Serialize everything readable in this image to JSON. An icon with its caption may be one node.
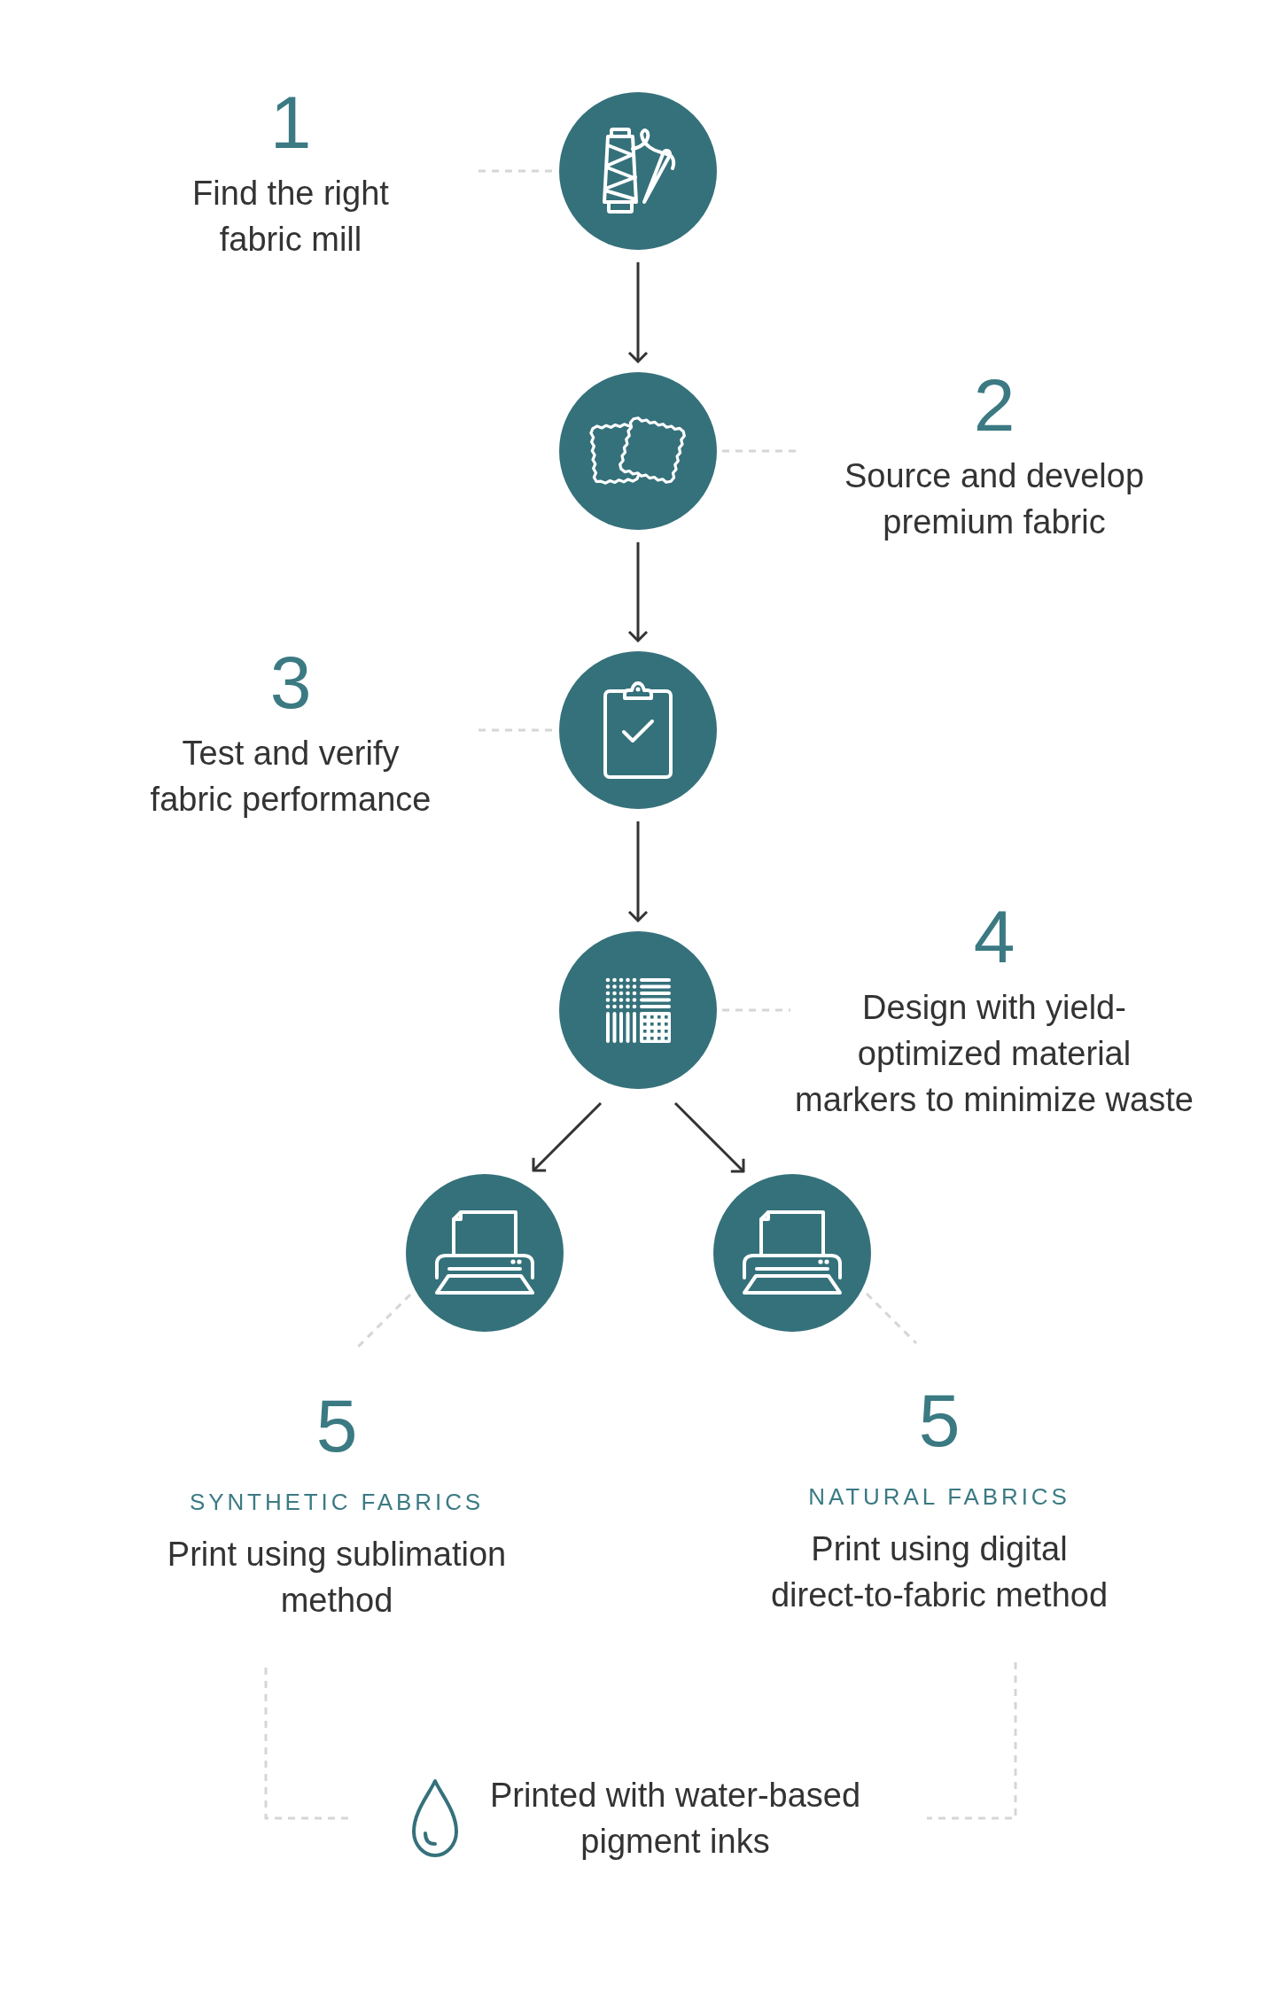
{
  "diagram": {
    "nodes": [
      {
        "text": [
          "1",
          "Find the right fabric mill"
        ]
      },
      {
        "text": [],
        "shape": "circle"
      },
      {
        "text": [],
        "shape": "circle"
      },
      {
        "text": [
          "2",
          "Source and develop premium fabric"
        ]
      },
      {
        "text": [
          "3",
          "Test and verify fabric performance"
        ]
      },
      {
        "text": [],
        "shape": "circle"
      },
      {
        "text": [],
        "shape": "circle"
      },
      {
        "text": [
          "4",
          "Design with yield-optimized material markers to minimize waste"
        ]
      },
      {
        "text": [],
        "shape": "circle"
      },
      {
        "text": [],
        "shape": "circle"
      },
      {
        "text": [
          "5",
          "SYNTHETIC FABRICS",
          "Print using sublimation method"
        ]
      },
      {
        "text": [
          "5",
          "NATURAL FABRICS",
          "Print using digital direct-to-fabric method"
        ]
      },
      {
        "text": [
          "Printed with water-based pigment inks"
        ]
      }
    ],
    "edges": [
      {
        "from": 0,
        "to": 1,
        "arrow": "none",
        "style": "dashed"
      },
      {
        "from": 1,
        "to": 2,
        "arrow": "to",
        "color": "#333333"
      },
      {
        "from": 2,
        "to": 3,
        "arrow": "none",
        "style": "dashed"
      },
      {
        "from": 2,
        "to": 5,
        "arrow": "to",
        "color": "#333333"
      },
      {
        "from": 4,
        "to": 5,
        "arrow": "none",
        "style": "dashed"
      },
      {
        "from": 5,
        "to": 6,
        "arrow": "to",
        "color": "#333333"
      },
      {
        "from": 6,
        "to": 7,
        "arrow": "none",
        "style": "dashed"
      },
      {
        "from": 6,
        "to": 8,
        "arrow": "to",
        "color": "#333333"
      },
      {
        "from": 6,
        "to": 9,
        "arrow": "to",
        "color": "#333333"
      },
      {
        "from": 8,
        "to": 10,
        "arrow": "none",
        "style": "dashed"
      },
      {
        "from": 9,
        "to": 11,
        "arrow": "none",
        "style": "dashed"
      },
      {
        "from": 10,
        "to": 12,
        "arrow": "none",
        "style": "dashed"
      },
      {
        "from": 11,
        "to": 12,
        "arrow": "none",
        "style": "dashed"
      }
    ]
  }
}
